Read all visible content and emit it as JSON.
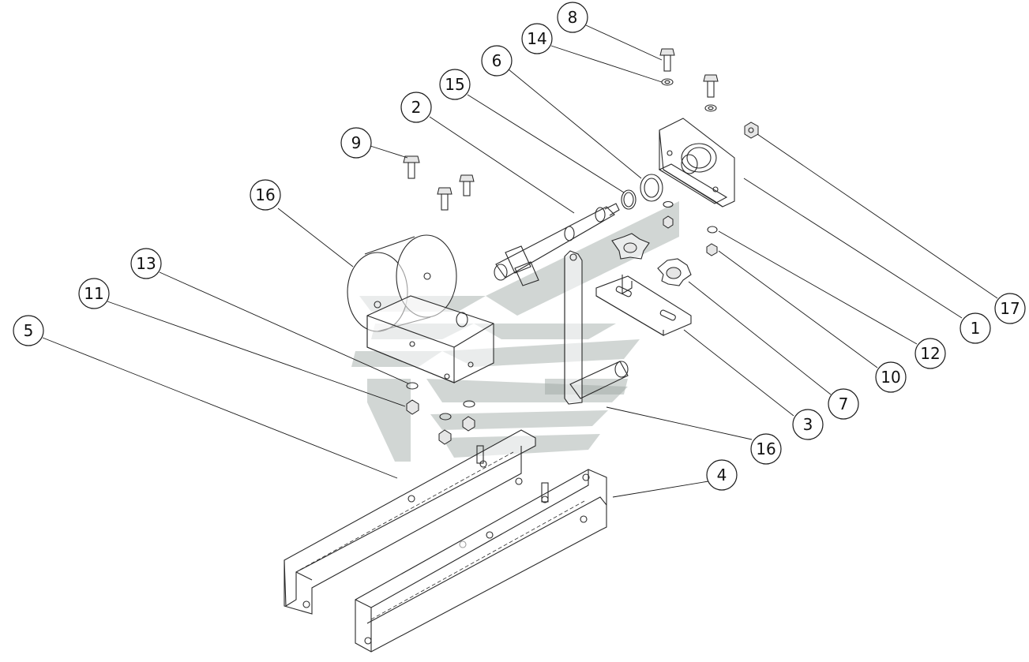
{
  "callouts": [
    {
      "id": "8",
      "label": "8"
    },
    {
      "id": "14",
      "label": "14"
    },
    {
      "id": "6",
      "label": "6"
    },
    {
      "id": "15",
      "label": "15"
    },
    {
      "id": "2",
      "label": "2"
    },
    {
      "id": "9",
      "label": "9"
    },
    {
      "id": "16a",
      "label": "16"
    },
    {
      "id": "13",
      "label": "13"
    },
    {
      "id": "11",
      "label": "11"
    },
    {
      "id": "5",
      "label": "5"
    },
    {
      "id": "17",
      "label": "17"
    },
    {
      "id": "1",
      "label": "1"
    },
    {
      "id": "12",
      "label": "12"
    },
    {
      "id": "10",
      "label": "10"
    },
    {
      "id": "7",
      "label": "7"
    },
    {
      "id": "3",
      "label": "3"
    },
    {
      "id": "16b",
      "label": "16"
    },
    {
      "id": "4",
      "label": "4"
    }
  ],
  "colors": {
    "line": "#1a1a1a",
    "watermark": "#9aa3a0",
    "background": "#ffffff"
  }
}
